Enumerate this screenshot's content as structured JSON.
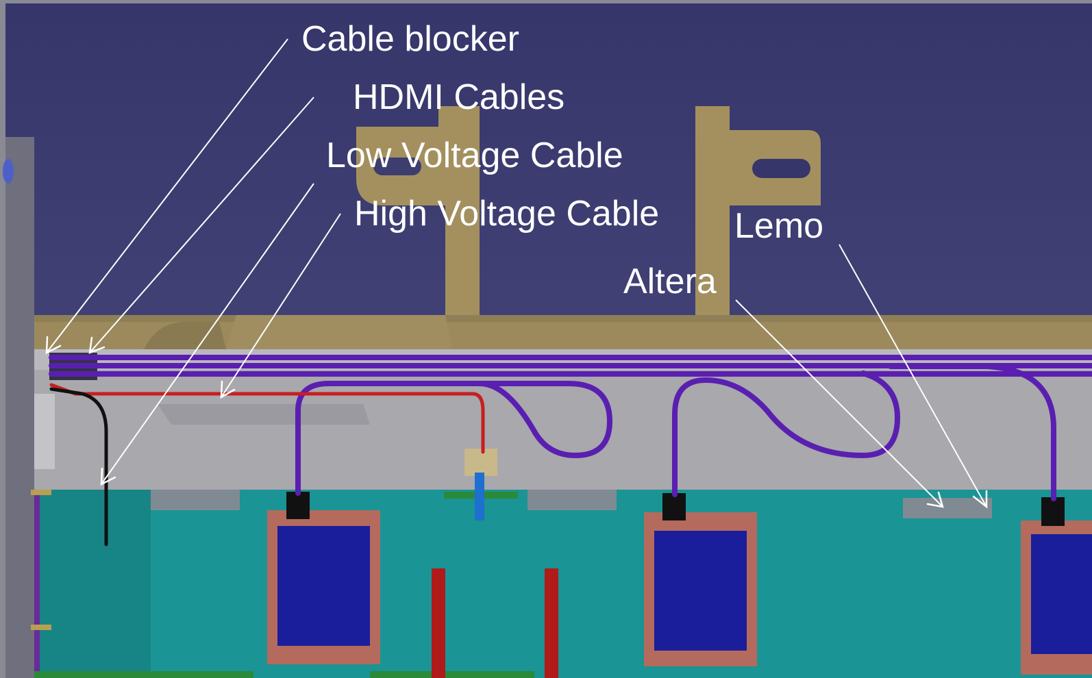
{
  "labels": {
    "cable_blocker": "Cable blocker",
    "hdmi_cables": "HDMI Cables",
    "low_voltage_cable": "Low Voltage Cable",
    "high_voltage_cable": "High Voltage Cable",
    "lemo": "Lemo",
    "altera": "Altera"
  },
  "colors": {
    "background_top": "#3a3a6e",
    "background_bottom": "#4b4b80",
    "bracket": "#a3905e",
    "rail": "#b3b3b7",
    "board": "#1b9a9a",
    "hdmi_cable": "#5a1fb0",
    "high_voltage_cable": "#c81e1e",
    "low_voltage_cable": "#111111",
    "altera_board": "#1a1e9a",
    "altera_frame": "#b56a5e",
    "text": "#ffffff"
  }
}
